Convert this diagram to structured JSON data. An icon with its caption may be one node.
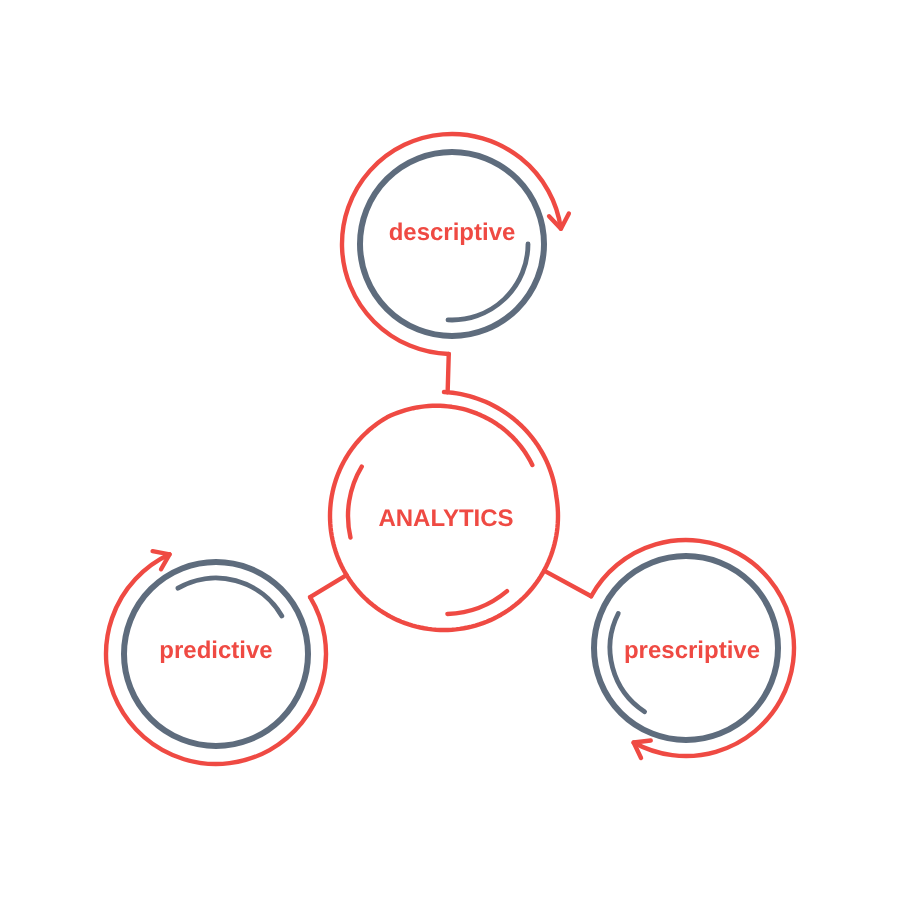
{
  "diagram": {
    "nodes": [
      {
        "text": [
          "descriptive"
        ]
      },
      {
        "text": [
          "ANALYTICS"
        ]
      },
      {
        "text": [
          "predictive"
        ]
      },
      {
        "text": [
          "prescriptive"
        ]
      }
    ],
    "edges": [
      {
        "from": 0,
        "to": 1,
        "arrow": "none"
      },
      {
        "from": 1,
        "to": 2,
        "arrow": "none"
      },
      {
        "from": 1,
        "to": 3,
        "arrow": "none"
      },
      {
        "from": 0,
        "to": 0,
        "arrow": "to"
      },
      {
        "from": 2,
        "to": 2,
        "arrow": "to"
      },
      {
        "from": 3,
        "to": 3,
        "arrow": "to"
      }
    ]
  }
}
